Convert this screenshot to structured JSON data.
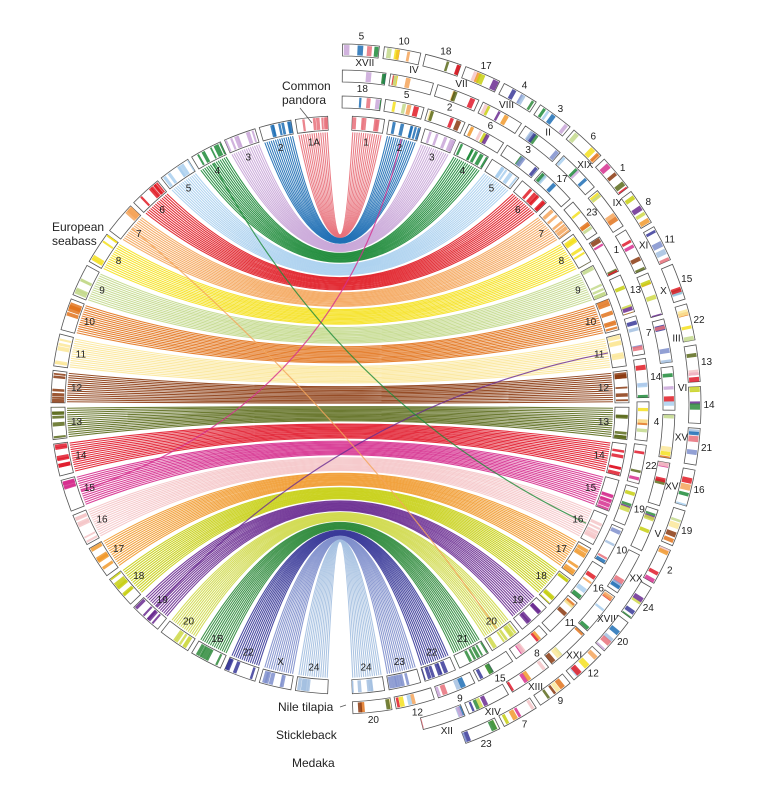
{
  "species_labels": {
    "common_pandora": [
      "Common",
      "pandora"
    ],
    "european_seabass": [
      "European",
      "seabass"
    ],
    "nile_tilapia": "Nile tilapia",
    "stickleback": "Stickleback",
    "medaka": "Medaka"
  },
  "seabass_chromosomes": [
    "1A",
    "2",
    "3",
    "4",
    "5",
    "6",
    "7",
    "8",
    "9",
    "10",
    "11",
    "12",
    "13",
    "14",
    "15",
    "16",
    "17",
    "18",
    "19",
    "20",
    "1B",
    "22",
    "X",
    "24"
  ],
  "pandora_chromosomes": [
    "1",
    "2",
    "3",
    "4",
    "5",
    "6",
    "7",
    "8",
    "9",
    "10",
    "11",
    "12",
    "13",
    "14",
    "15",
    "16",
    "17",
    "18",
    "19",
    "20",
    "21",
    "22",
    "23",
    "24"
  ],
  "nile_tilapia_chromosomes": [
    "18",
    "5",
    "2",
    "6",
    "3",
    "17",
    "23",
    "1",
    "13",
    "7",
    "14",
    "4",
    "22",
    "19",
    "10",
    "16",
    "11",
    "8",
    "15",
    "9",
    "12",
    "20"
  ],
  "stickleback_chromosomes": [
    "XVII",
    "IV",
    "VII",
    "VIII",
    "II",
    "XIX",
    "IX",
    "XI",
    "X",
    "III",
    "VI",
    "XV",
    "XVI",
    "V",
    "XX",
    "XVIII",
    "XXI",
    "XIII",
    "XIV",
    "XII"
  ],
  "medaka_chromosomes": [
    "5",
    "10",
    "18",
    "17",
    "4",
    "3",
    "6",
    "1",
    "8",
    "11",
    "15",
    "22",
    "13",
    "14",
    "21",
    "16",
    "19",
    "2",
    "24",
    "20",
    "12",
    "9",
    "7",
    "23"
  ],
  "palette": {
    "c1": "#e8707a",
    "c2": "#1f6fb5",
    "c3": "#c9a6d8",
    "c4": "#1e8b3a",
    "c5": "#a9cfee",
    "c6": "#e01b24",
    "c7": "#f4a55a",
    "c8": "#f5e11e",
    "c9": "#c3d98c",
    "c10": "#e2741d",
    "c11": "#fbe79a",
    "c12": "#8b3a10",
    "c13": "#5c6b1c",
    "c14": "#e11a2b",
    "c15": "#d6308f",
    "c16": "#f5c5c8",
    "c17": "#f19a2e",
    "c18": "#c7cf12",
    "c19": "#6a2c91",
    "c20": "#cfd94a",
    "c21": "#2f8b3c",
    "c22": "#3a3a99",
    "c23": "#7f8fcc",
    "c24": "#a3bfe0"
  }
}
